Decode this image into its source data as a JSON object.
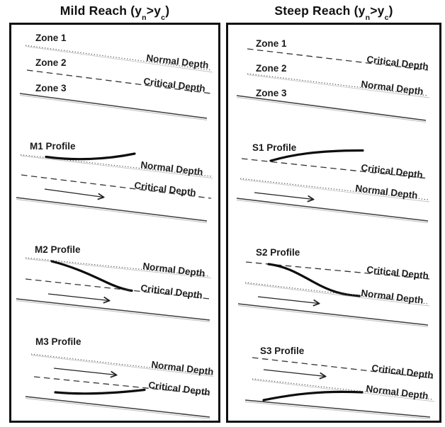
{
  "figure": {
    "left": {
      "title": {
        "main": "Mild Reach (y",
        "sub1": "n",
        "mid": ">y",
        "sub2": "c",
        "end": ")"
      },
      "zones": {
        "z1": "Zone 1",
        "z2": "Zone 2",
        "z3": "Zone 3",
        "upper_label": "Normal Depth",
        "upper_style": "dotted",
        "lower_label": "Critical Depth",
        "lower_style": "dashed"
      },
      "p1": {
        "name": "M1 Profile",
        "upper_label": "Normal Depth",
        "lower_label": "Critical Depth"
      },
      "p2": {
        "name": "M2 Profile",
        "upper_label": "Normal Depth",
        "lower_label": "Critical Depth"
      },
      "p3": {
        "name": "M3 Profile",
        "upper_label": "Normal Depth",
        "lower_label": "Critical Depth"
      }
    },
    "right": {
      "title": {
        "main": "Steep Reach (y",
        "sub1": "n",
        "mid": ">y",
        "sub2": "c",
        "end": ")"
      },
      "zones": {
        "z1": "Zone 1",
        "z2": "Zone 2",
        "z3": "Zone 3",
        "upper_label": "Critical Depth",
        "upper_style": "dashed",
        "lower_label": "Normal Depth",
        "lower_style": "dotted"
      },
      "p1": {
        "name": "S1 Profile",
        "upper_label": "Critical Depth",
        "lower_label": "Normal Depth"
      },
      "p2": {
        "name": "S2 Profile",
        "upper_label": "Critical Depth",
        "lower_label": "Normal Depth"
      },
      "p3": {
        "name": "S3 Profile",
        "upper_label": "Critical Depth",
        "lower_label": "Normal Depth"
      }
    },
    "line_semantics": {
      "normal_depth": "dotted",
      "critical_depth": "dashed",
      "channel_bed": "solid",
      "flow_arrow": "points-downstream-right"
    },
    "colors": {
      "ink": "#111111",
      "line_gray": "#4a4a4a",
      "bed_shadow": "#c6c6c6"
    }
  }
}
